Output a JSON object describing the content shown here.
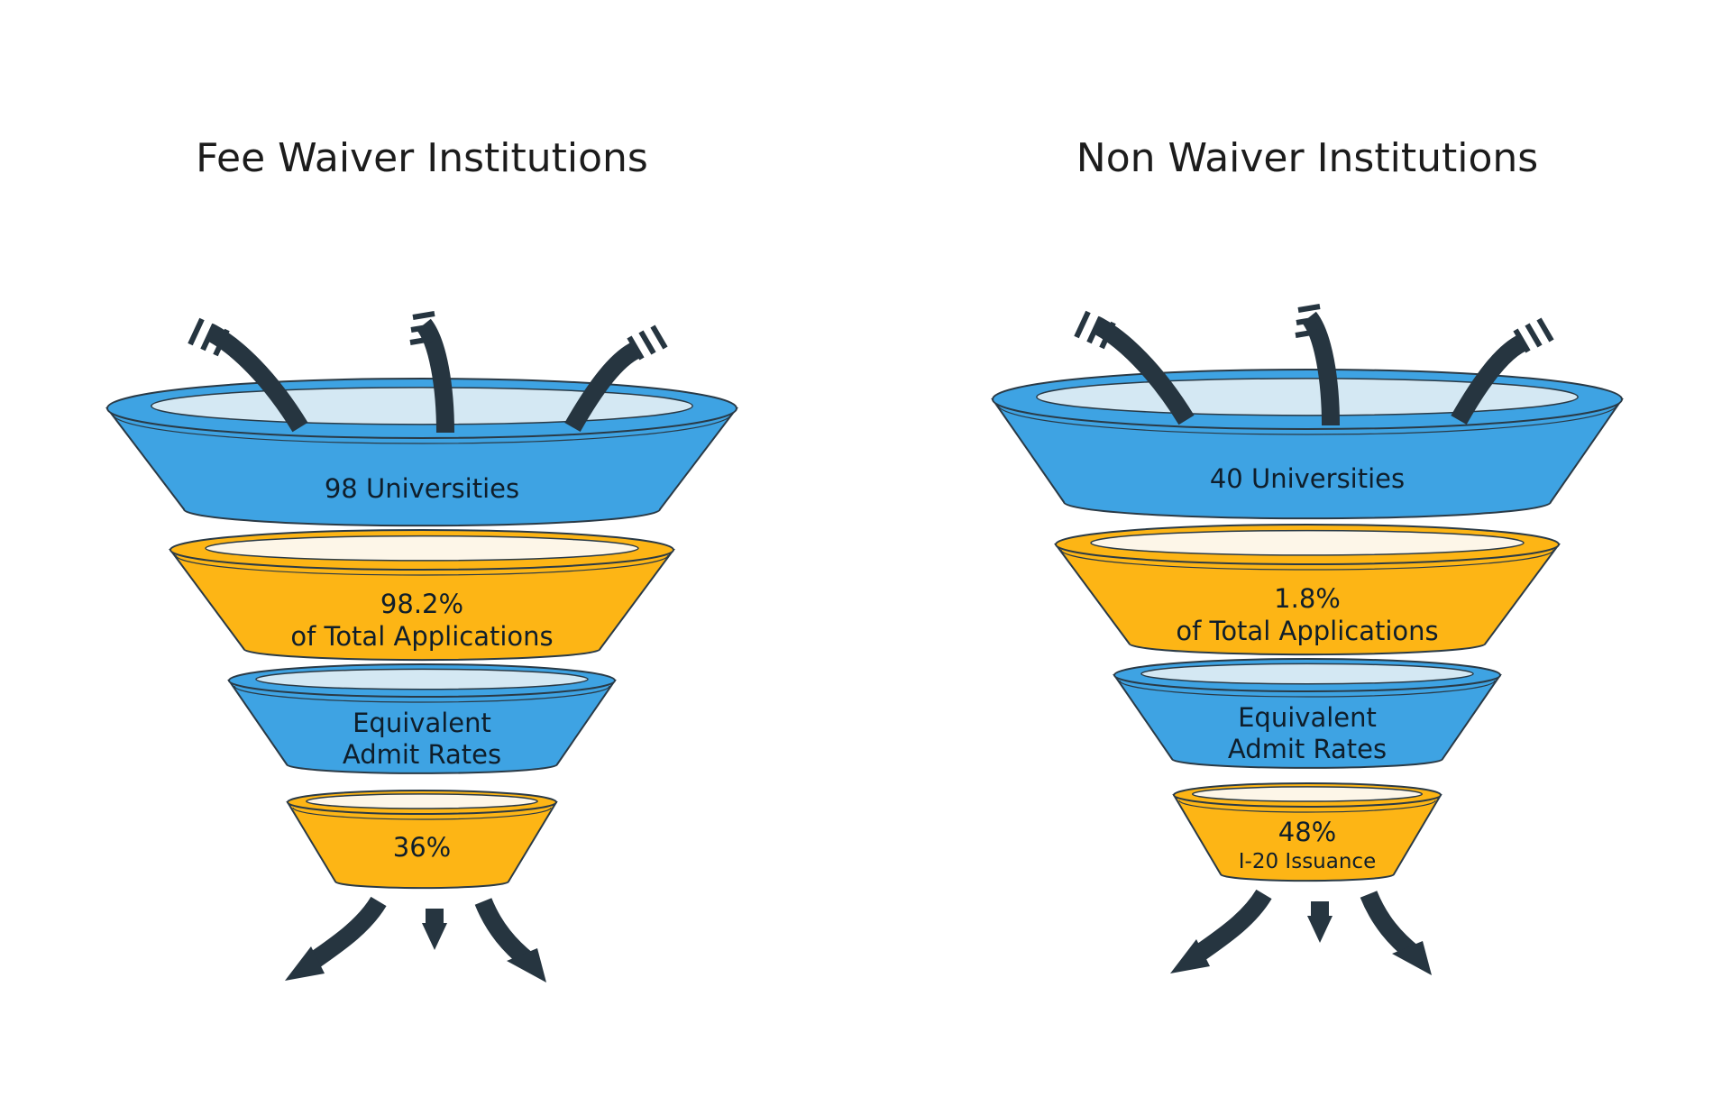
{
  "colors": {
    "blue": "#3ea3e3",
    "blue_rim_inner": "#d4e8f3",
    "yellow": "#fdb515",
    "yellow_rim_inner": "#fdf6e8",
    "pipe": "#263540",
    "text": "#0f1e2b"
  },
  "icons": {
    "inflow": "curved-inflow-arrow-icon",
    "outflow": "curved-outflow-arrow-icon"
  },
  "funnels": [
    {
      "title": "Fee Waiver Institutions",
      "stages": [
        {
          "color": "blue",
          "lines": [
            "98 Universities"
          ]
        },
        {
          "color": "yellow",
          "lines": [
            "98.2%",
            "of Total Applications"
          ]
        },
        {
          "color": "blue",
          "lines": [
            "Equivalent",
            "Admit Rates"
          ]
        },
        {
          "color": "yellow",
          "lines": [
            "36%"
          ]
        }
      ]
    },
    {
      "title": "Non Waiver Institutions",
      "stages": [
        {
          "color": "blue",
          "lines": [
            "40 Universities"
          ]
        },
        {
          "color": "yellow",
          "lines": [
            "1.8%",
            "of Total Applications"
          ]
        },
        {
          "color": "blue",
          "lines": [
            "Equivalent",
            "Admit Rates"
          ]
        },
        {
          "color": "yellow",
          "lines": [
            "48%",
            "I-20 Issuance"
          ]
        }
      ]
    }
  ]
}
